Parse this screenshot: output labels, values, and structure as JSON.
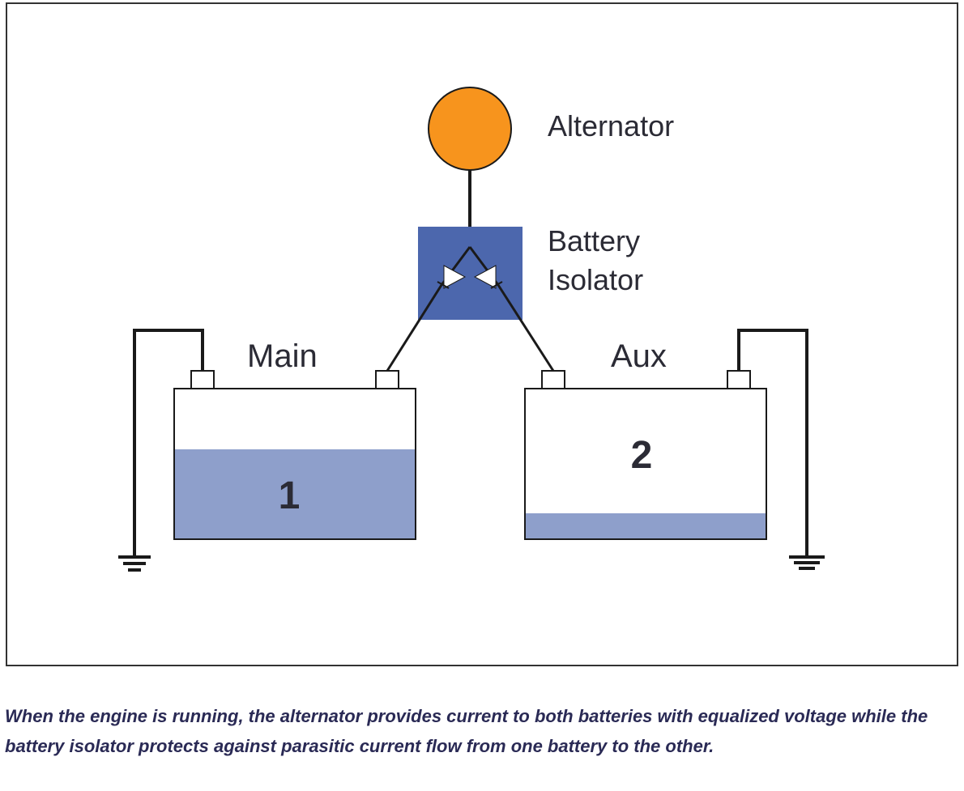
{
  "colors": {
    "alternator": "#f7941d",
    "isolator": "#4c67ad",
    "charge": "#8e9fcb",
    "wire": "#1a1a1a",
    "frame": "#333333"
  },
  "labels": {
    "alternator": "Alternator",
    "isolator_line1": "Battery",
    "isolator_line2": "Isolator",
    "main": "Main",
    "aux": "Aux",
    "battery1": "1",
    "battery2": "2"
  },
  "battery_charge": {
    "battery1": 0.6,
    "battery2": 0.17
  },
  "caption": "When the engine is running, the alternator provides current to both batteries with equalized voltage while the battery isolator protects against parasitic current flow from one battery to the other."
}
